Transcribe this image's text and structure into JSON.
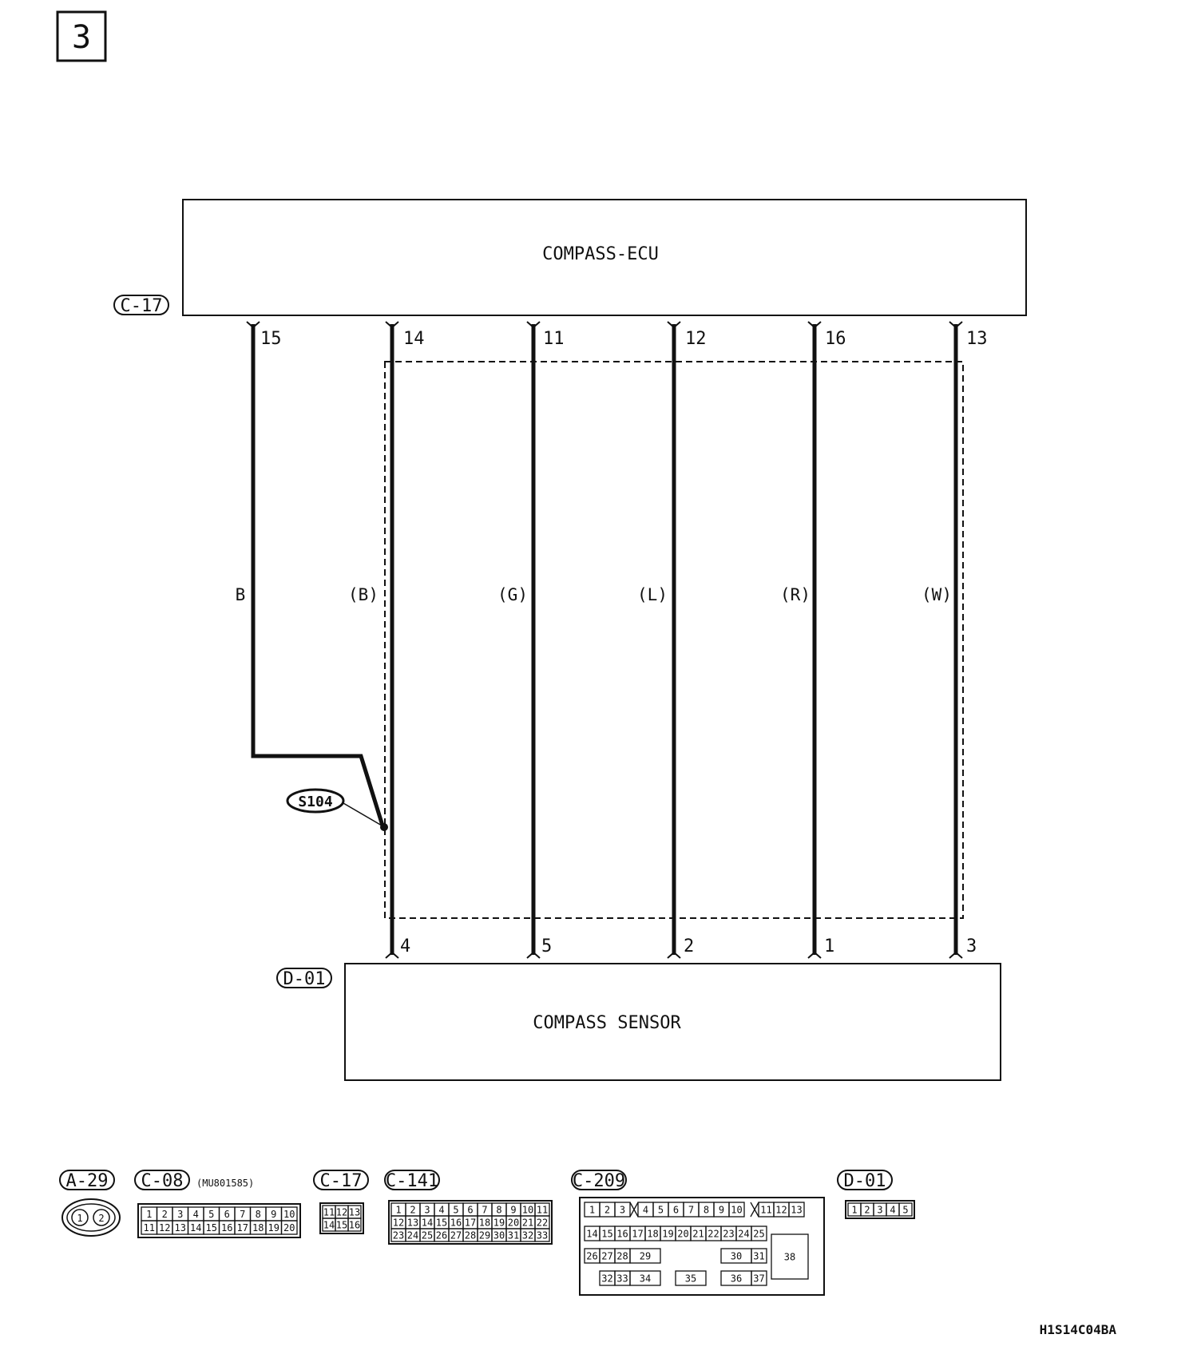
{
  "page_number": "3",
  "ecu": {
    "name": "COMPASS-ECU",
    "connector": "C-17"
  },
  "sensor": {
    "name": "COMPASS SENSOR",
    "connector": "D-01"
  },
  "splice": "S104",
  "wires": [
    {
      "color": "B",
      "top_pin": "15",
      "bottom_pin": ""
    },
    {
      "color": "(B)",
      "top_pin": "14",
      "bottom_pin": "4"
    },
    {
      "color": "(G)",
      "top_pin": "11",
      "bottom_pin": "5"
    },
    {
      "color": "(L)",
      "top_pin": "12",
      "bottom_pin": "2"
    },
    {
      "color": "(R)",
      "top_pin": "16",
      "bottom_pin": "1"
    },
    {
      "color": "(W)",
      "top_pin": "13",
      "bottom_pin": "3"
    }
  ],
  "connectors": {
    "a29": {
      "label": "A-29",
      "pins": [
        "1",
        "2"
      ]
    },
    "c08": {
      "label": "C-08",
      "part": "(MU801585)",
      "rows": [
        [
          "1",
          "2",
          "3",
          "4",
          "5",
          "6",
          "7",
          "8",
          "9",
          "10"
        ],
        [
          "11",
          "12",
          "13",
          "14",
          "15",
          "16",
          "17",
          "18",
          "19",
          "20"
        ]
      ]
    },
    "c17": {
      "label": "C-17",
      "rows": [
        [
          "11",
          "12",
          "13"
        ],
        [
          "14",
          "15",
          "16"
        ]
      ]
    },
    "c141": {
      "label": "C-141",
      "rows": [
        [
          "1",
          "2",
          "3",
          "4",
          "5",
          "6",
          "7",
          "8",
          "9",
          "10",
          "11"
        ],
        [
          "12",
          "13",
          "14",
          "15",
          "16",
          "17",
          "18",
          "19",
          "20",
          "21",
          "22"
        ],
        [
          "23",
          "24",
          "25",
          "26",
          "27",
          "28",
          "29",
          "30",
          "31",
          "32",
          "33"
        ]
      ]
    },
    "c209": {
      "label": "C-209",
      "row1": [
        "1",
        "2",
        "3",
        "4",
        "5",
        "6",
        "7",
        "8",
        "9",
        "10",
        "11",
        "12",
        "13"
      ],
      "row2": [
        "14",
        "15",
        "16",
        "17",
        "18",
        "19",
        "20",
        "21",
        "22",
        "23",
        "24",
        "25"
      ],
      "row3": [
        "26",
        "27",
        "28",
        "29",
        "30",
        "31"
      ],
      "row4": [
        "32",
        "33",
        "34",
        "35",
        "36",
        "37"
      ],
      "big": "38"
    },
    "d01": {
      "label": "D-01",
      "pins": [
        "1",
        "2",
        "3",
        "4",
        "5"
      ]
    }
  },
  "figure_code": "H1S14C04BA"
}
